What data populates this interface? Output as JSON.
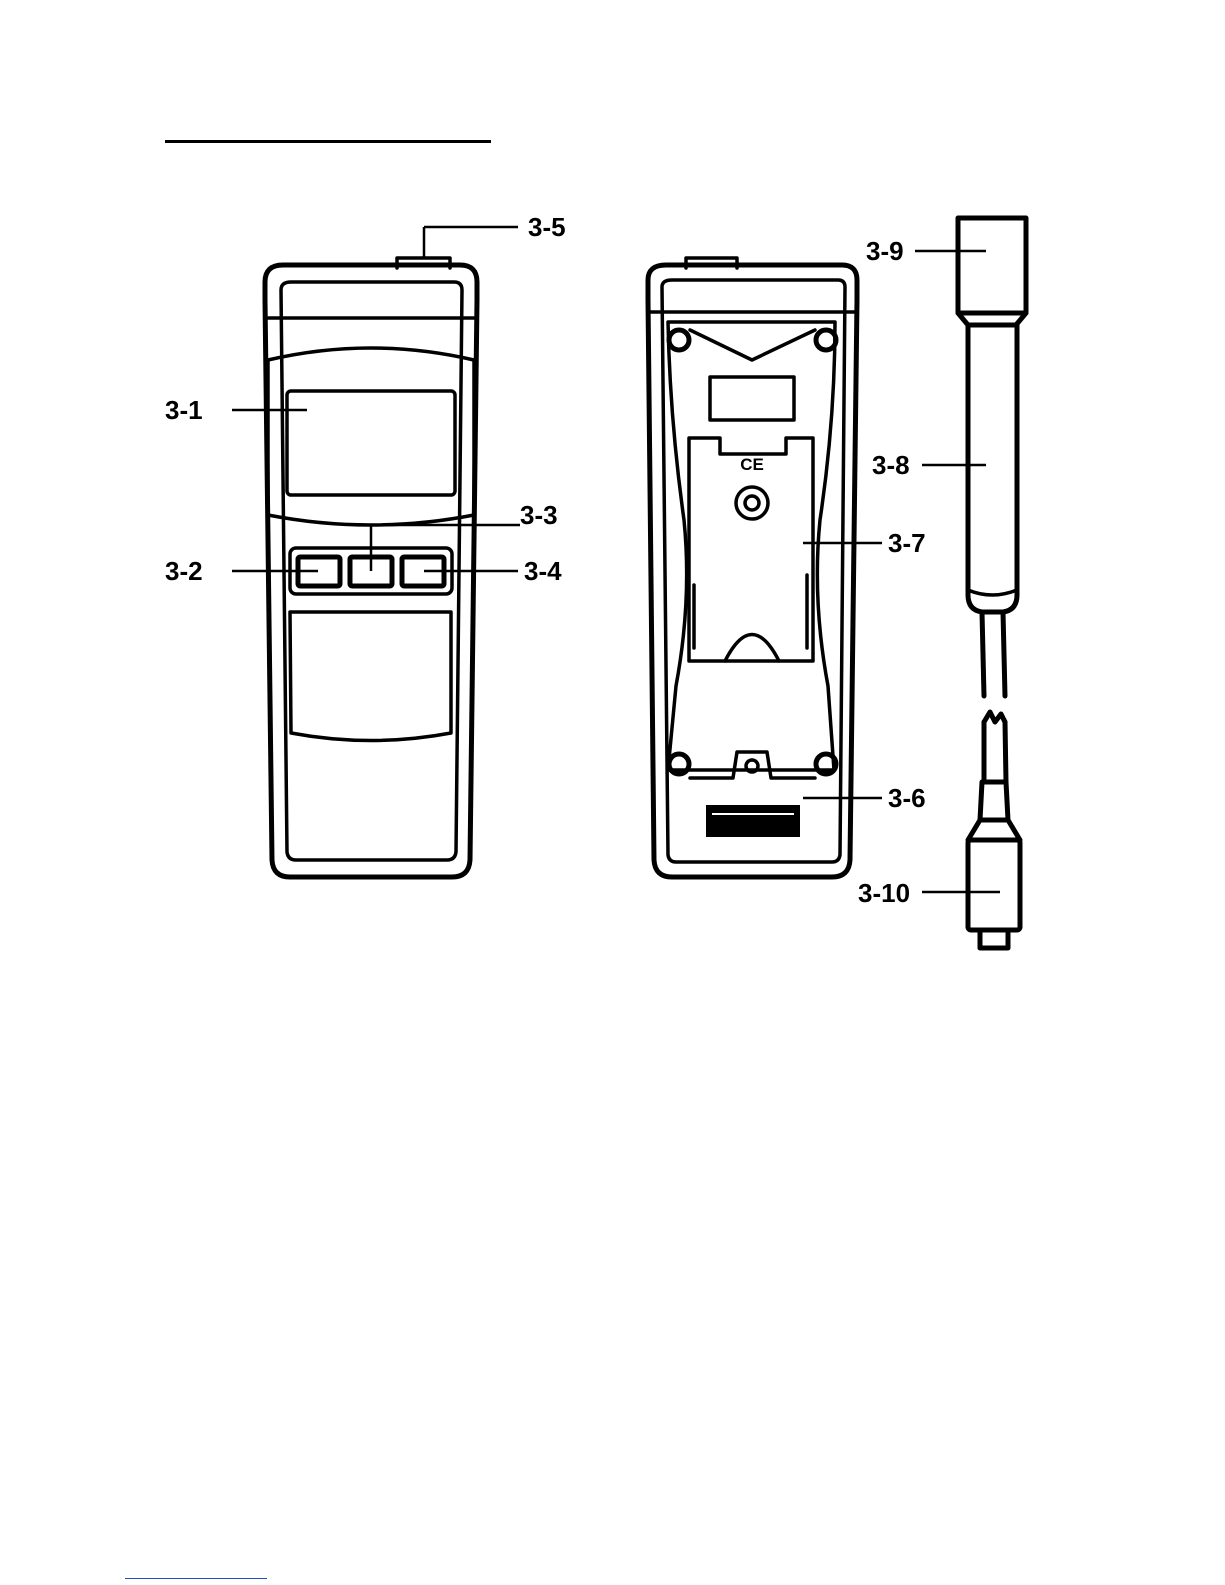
{
  "callouts": {
    "c3_1": "3-1",
    "c3_2": "3-2",
    "c3_3": "3-3",
    "c3_4": "3-4",
    "c3_5": "3-5",
    "c3_6": "3-6",
    "c3_7": "3-7",
    "c3_8": "3-8",
    "c3_9": "3-9",
    "c3_10": "3-10"
  },
  "marks": {
    "ce": "CE"
  },
  "colors": {
    "ink": "#000000",
    "paper": "#ffffff",
    "footer_rule": "#1f4fbf"
  }
}
